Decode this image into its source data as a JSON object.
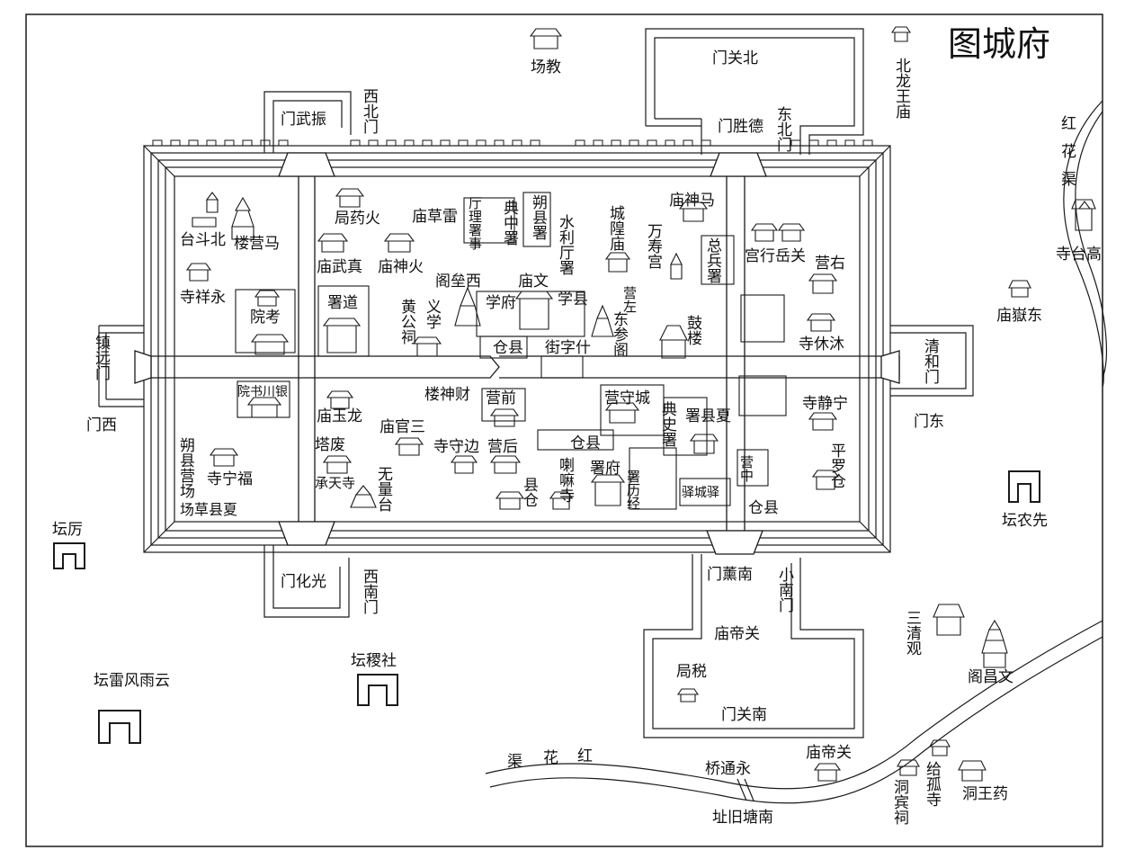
{
  "title": "图城府",
  "colors": {
    "ink": "#1a1a1a",
    "paper": "#ffffff"
  },
  "labels": {
    "l1": "场教",
    "l2": "门关北",
    "l3": "北龙王庙",
    "l4": "红花渠",
    "l5": "西北门",
    "l6": "门武振",
    "l7": "门胜德",
    "l8": "东北门",
    "l9": "台斗北",
    "l10": "楼营马",
    "l11": "局药火",
    "l12": "庙草雷",
    "l13": "厅理署事",
    "l14": "典中署",
    "l15": "朔县署",
    "l16": "水利厅署",
    "l17": "城隍庙",
    "l18": "万寿宫",
    "l19": "庙神马",
    "l20": "总兵署",
    "l21": "宫行岳关",
    "l22": "寺台高",
    "l23": "庙武真",
    "l24": "庙神火",
    "l25": "阁垒西",
    "l26": "庙文",
    "l27": "营右",
    "l28": "寺祥永",
    "l29": "院考",
    "l30": "署道",
    "l31": "黄公祠",
    "l32": "义学",
    "l33": "学府",
    "l34": "学县",
    "l35": "营左",
    "l36": "庙嶽东",
    "l37": "东参阁",
    "l38": "鼓楼",
    "l39": "寺休沐",
    "l40": "镇远门",
    "l41": "仓县",
    "l42": "街字什",
    "l43": "清和门",
    "l44": "门西",
    "l45": "院书川银",
    "l46": "庙玉龙",
    "l47": "楼神财",
    "l48": "营前",
    "l49": "营守城",
    "l50": "典史署",
    "l51": "署县夏",
    "l52": "寺静宁",
    "l53": "门东",
    "l54": "庙官三",
    "l55": "塔废",
    "l56": "寺守边",
    "l57": "营后",
    "l58": "仓县",
    "l59": "平罗仓",
    "l60": "朔县营场",
    "l61": "寺宁福",
    "l62": "喇嘛寺",
    "l63": "署府",
    "l64": "署历经",
    "l65": "驿城驿",
    "l66": "坛农先",
    "l67": "承天寺",
    "l68": "无量台",
    "l69": "县仓",
    "l70": "场草县夏",
    "l71": "仓县",
    "l72": "营中",
    "l73": "坛厉",
    "l74": "门化光",
    "l75": "西南门",
    "l76": "门薰南",
    "l77": "小南门",
    "l78": "三清观",
    "l79": "庙帝关",
    "l80": "坛稷社",
    "l81": "阁昌文",
    "l82": "坛雷风雨云",
    "l83": "局税",
    "l84": "门关南",
    "l85": "渠",
    "l86": "花",
    "l87": "红",
    "l88": "桥通永",
    "l89": "庙帝关",
    "l90": "给孤寺",
    "l91": "洞王药",
    "l92": "洞宾祠",
    "l93": "址旧塘南"
  }
}
